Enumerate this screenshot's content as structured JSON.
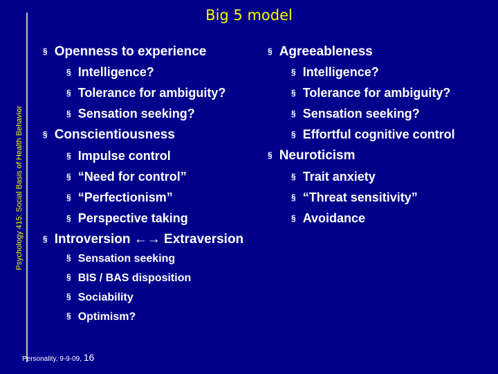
{
  "slide": {
    "title": "Big 5 model",
    "side_label": "Psychology 415: Social Basis of Health Behavior",
    "bullet_glyph": "§",
    "left": {
      "openness": "Openness to experience",
      "openness_items": [
        "Intelligence?",
        "Tolerance for ambiguity?",
        "Sensation seeking?"
      ],
      "conscientiousness": "Conscientiousness",
      "conscientiousness_items": [
        "Impulse control",
        "“Need for control”",
        "“Perfectionism”",
        "Perspective taking"
      ],
      "introversion": "Introversion ←→ Extraversion",
      "introversion_items": [
        "Sensation seeking",
        "BIS / BAS disposition",
        "Sociability",
        "Optimism?"
      ]
    },
    "right": {
      "agreeableness": "Agreeableness",
      "agreeableness_items": [
        "Intelligence?",
        "Tolerance for ambiguity?",
        "Sensation seeking?",
        "Effortful cognitive control"
      ],
      "neuroticism": "Neuroticism",
      "neuroticism_items": [
        "Trait anxiety",
        "“Threat sensitivity”",
        "Avoidance"
      ]
    },
    "footer": {
      "text": "Personality, 9-9-09, ",
      "page": "16"
    },
    "colors": {
      "background": "#00008b",
      "title": "#ffff00",
      "text": "#ffffff"
    }
  }
}
